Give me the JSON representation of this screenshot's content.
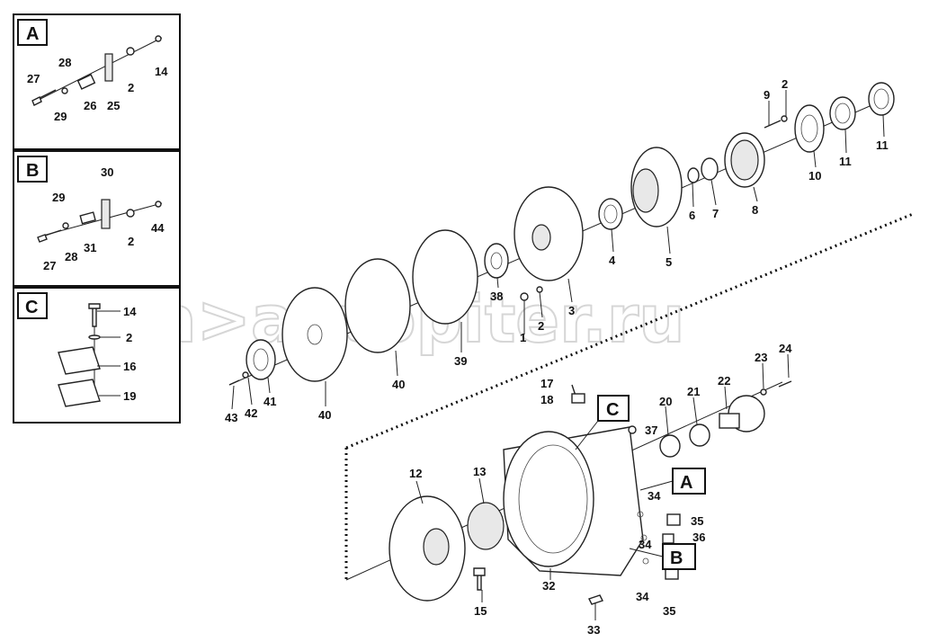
{
  "watermark": "a>autopiter.ru",
  "insets": [
    {
      "letter": "A",
      "labels": [
        "27",
        "28",
        "29",
        "26",
        "25",
        "2",
        "14"
      ]
    },
    {
      "letter": "B",
      "labels": [
        "30",
        "29",
        "27",
        "28",
        "31",
        "2",
        "44"
      ]
    },
    {
      "letter": "C",
      "labels": [
        "14",
        "2",
        "16",
        "19"
      ]
    }
  ],
  "callouts": [
    "C",
    "A",
    "B"
  ],
  "parts": [
    "9",
    "2",
    "11",
    "11",
    "10",
    "8",
    "7",
    "6",
    "5",
    "4",
    "3",
    "2",
    "1",
    "38",
    "39",
    "40",
    "40",
    "41",
    "42",
    "43",
    "17",
    "18",
    "37",
    "20",
    "21",
    "22",
    "23",
    "24",
    "12",
    "13",
    "15",
    "32",
    "33",
    "34",
    "34",
    "34",
    "35",
    "35",
    "36"
  ]
}
